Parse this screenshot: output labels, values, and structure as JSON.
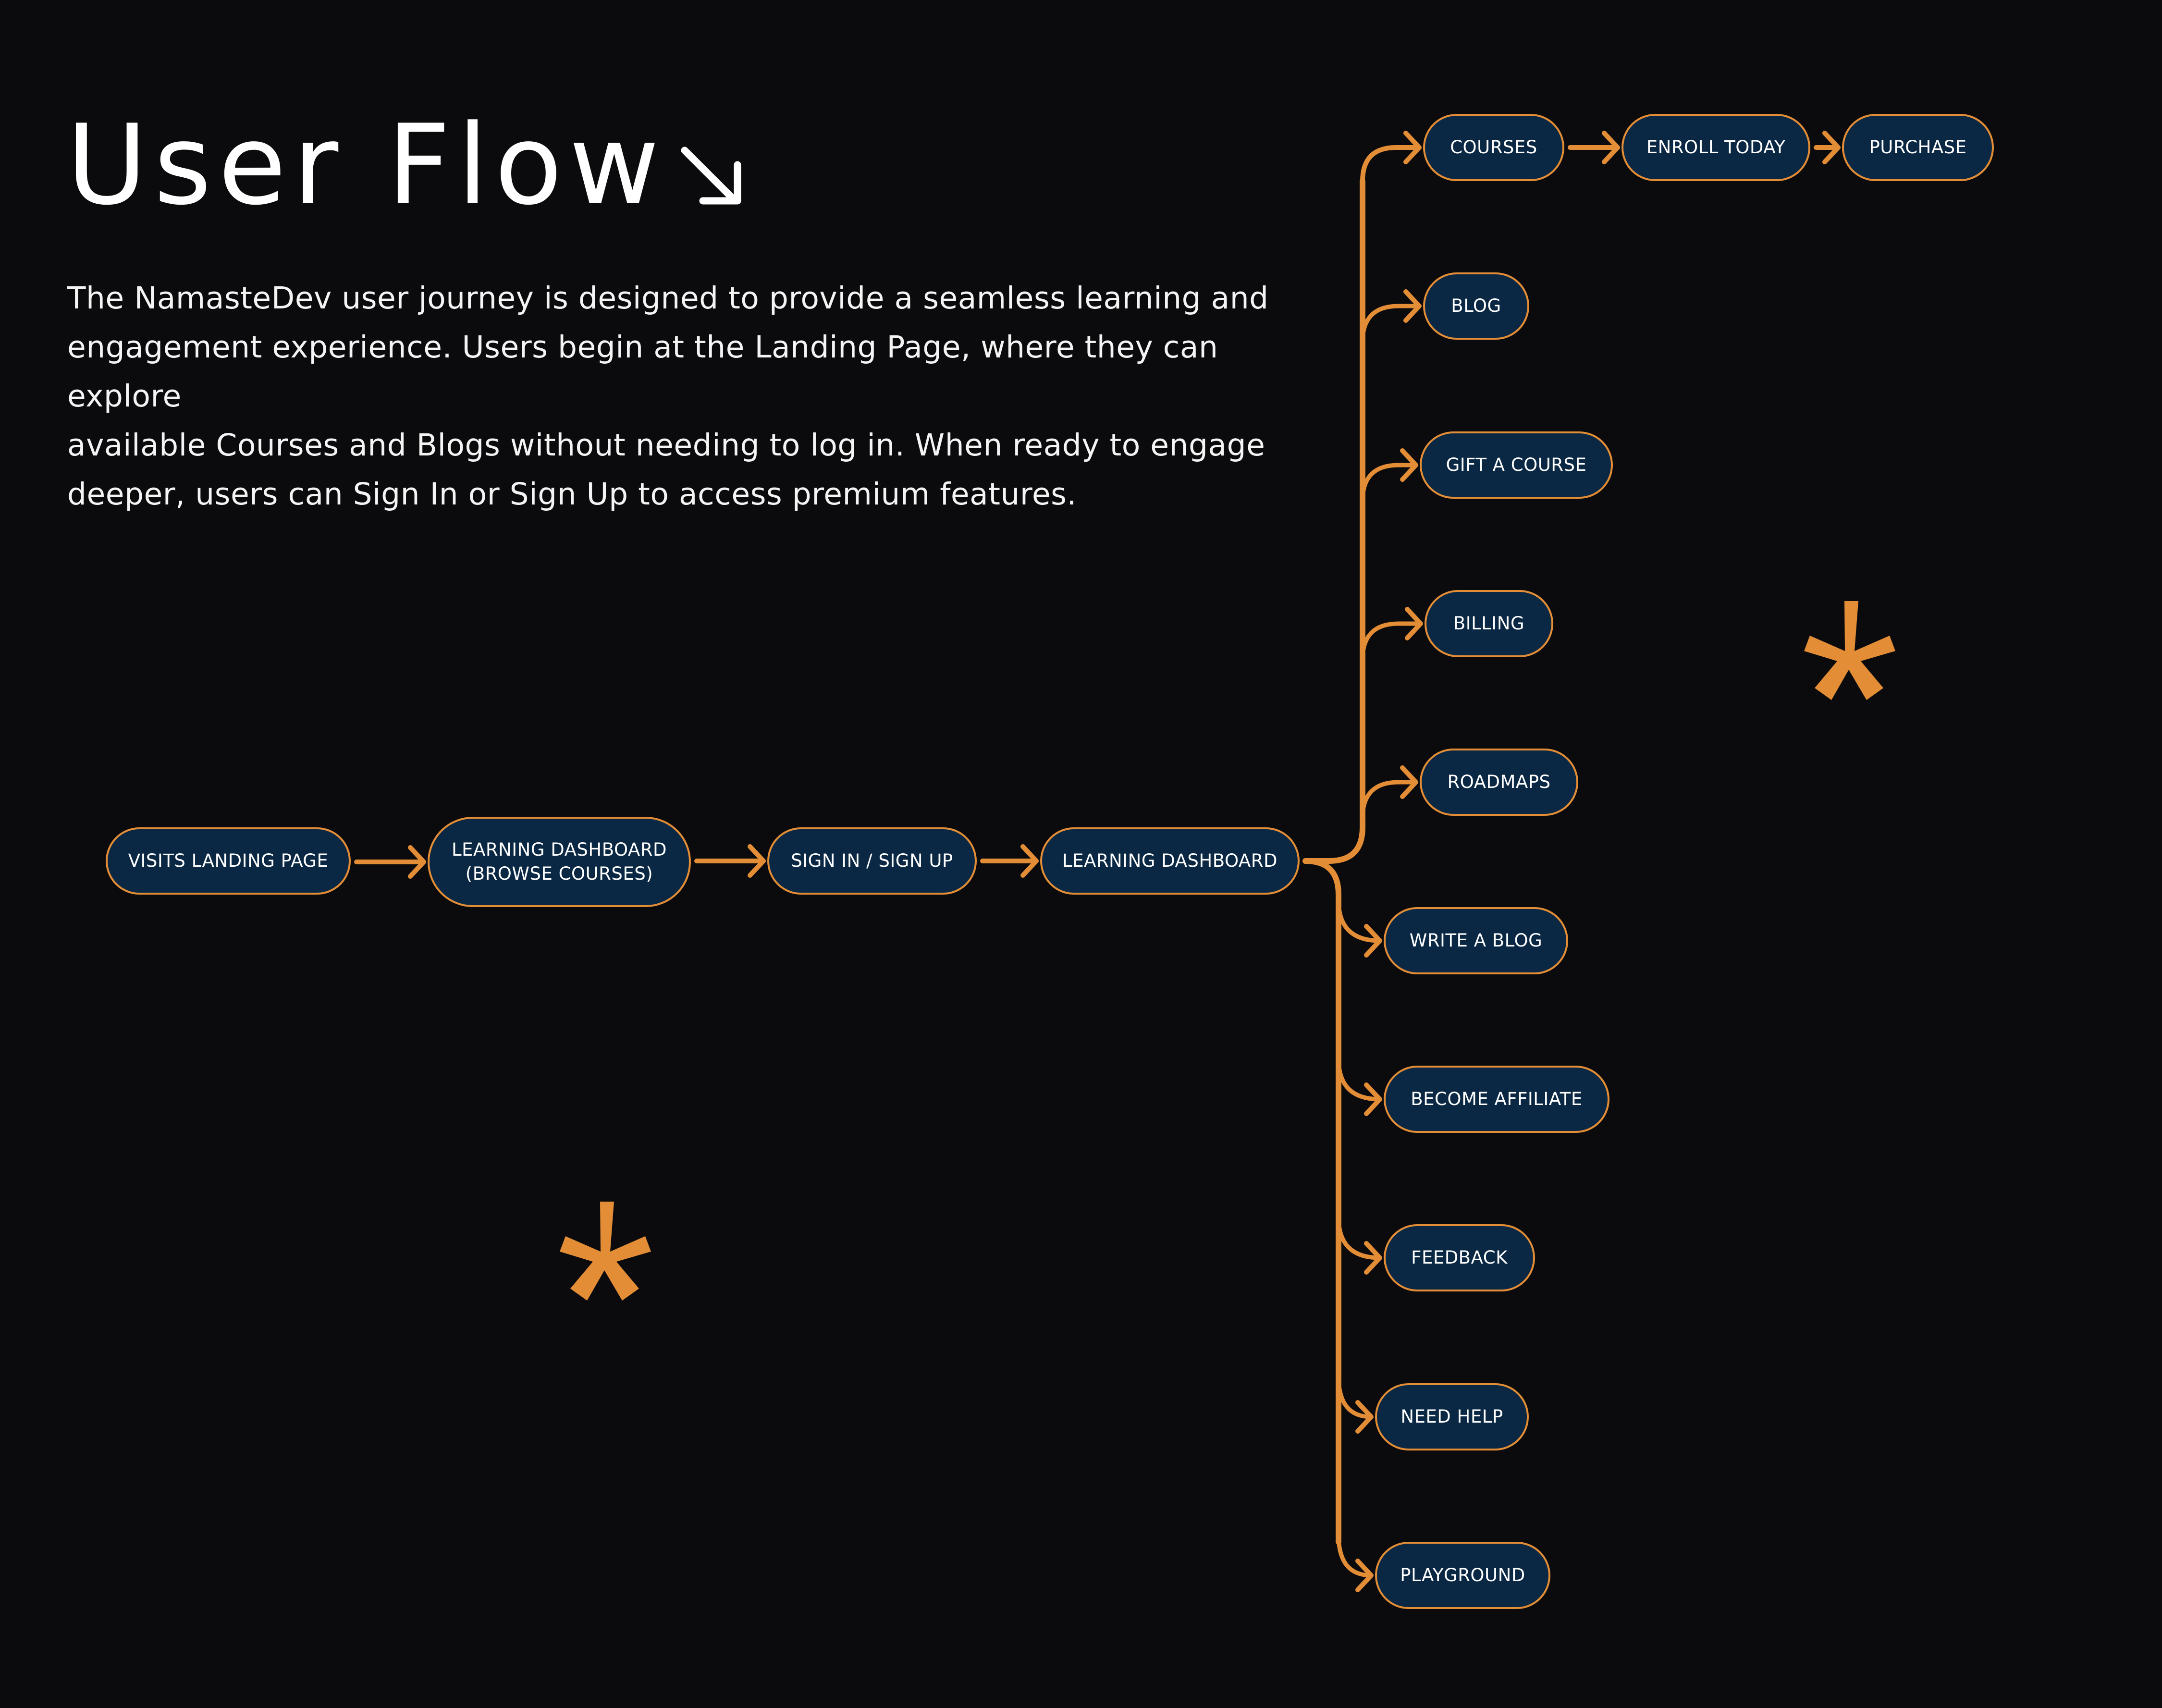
{
  "header": {
    "title": "User Flow",
    "title_icon": "arrow-down-right-icon"
  },
  "description": {
    "lines": [
      "The NamasteDev user journey is designed to provide a seamless learning and",
      "engagement experience. Users begin at the Landing Page, where they can explore",
      "available Courses and Blogs without needing to log in. When ready to engage",
      "deeper, users can Sign In or Sign Up to access premium features."
    ]
  },
  "colors": {
    "background": "#0b0b0d",
    "accent": "#e38d36",
    "node_fill": "#0a2844",
    "text": "#ffffff"
  },
  "flow": {
    "main_path": [
      {
        "id": "visits-landing-page",
        "label": "VISITS LANDING PAGE"
      },
      {
        "id": "learning-dashboard-browse",
        "label": "LEARNING DASHBOARD\n(BROWSE COURSES)"
      },
      {
        "id": "sign-in-sign-up",
        "label": "SIGN IN / SIGN UP"
      },
      {
        "id": "learning-dashboard",
        "label": "LEARNING DASHBOARD"
      }
    ],
    "branches_up": [
      {
        "id": "courses",
        "label": "COURSES"
      },
      {
        "id": "blog",
        "label": "BLOG"
      },
      {
        "id": "gift-a-course",
        "label": "GIFT A COURSE"
      },
      {
        "id": "billing",
        "label": "BILLING"
      },
      {
        "id": "roadmaps",
        "label": "ROADMAPS"
      }
    ],
    "courses_chain": [
      {
        "id": "enroll-today",
        "label": "ENROLL TODAY"
      },
      {
        "id": "purchase",
        "label": "PURCHASE"
      }
    ],
    "branches_down": [
      {
        "id": "write-a-blog",
        "label": "WRITE A BLOG"
      },
      {
        "id": "become-affiliate",
        "label": "BECOME AFFILIATE"
      },
      {
        "id": "feedback",
        "label": "FEEDBACK"
      },
      {
        "id": "need-help",
        "label": "NEED HELP"
      },
      {
        "id": "playground",
        "label": "PLAYGROUND"
      }
    ],
    "edges": [
      [
        "visits-landing-page",
        "learning-dashboard-browse"
      ],
      [
        "learning-dashboard-browse",
        "sign-in-sign-up"
      ],
      [
        "sign-in-sign-up",
        "learning-dashboard"
      ],
      [
        "learning-dashboard",
        "courses"
      ],
      [
        "learning-dashboard",
        "blog"
      ],
      [
        "learning-dashboard",
        "gift-a-course"
      ],
      [
        "learning-dashboard",
        "billing"
      ],
      [
        "learning-dashboard",
        "roadmaps"
      ],
      [
        "learning-dashboard",
        "write-a-blog"
      ],
      [
        "learning-dashboard",
        "become-affiliate"
      ],
      [
        "learning-dashboard",
        "feedback"
      ],
      [
        "learning-dashboard",
        "need-help"
      ],
      [
        "learning-dashboard",
        "playground"
      ],
      [
        "courses",
        "enroll-today"
      ],
      [
        "enroll-today",
        "purchase"
      ]
    ]
  },
  "decorations": [
    {
      "name": "asterisk-top-right",
      "glyph": "asterisk-icon"
    },
    {
      "name": "asterisk-bottom-left",
      "glyph": "asterisk-icon"
    }
  ]
}
